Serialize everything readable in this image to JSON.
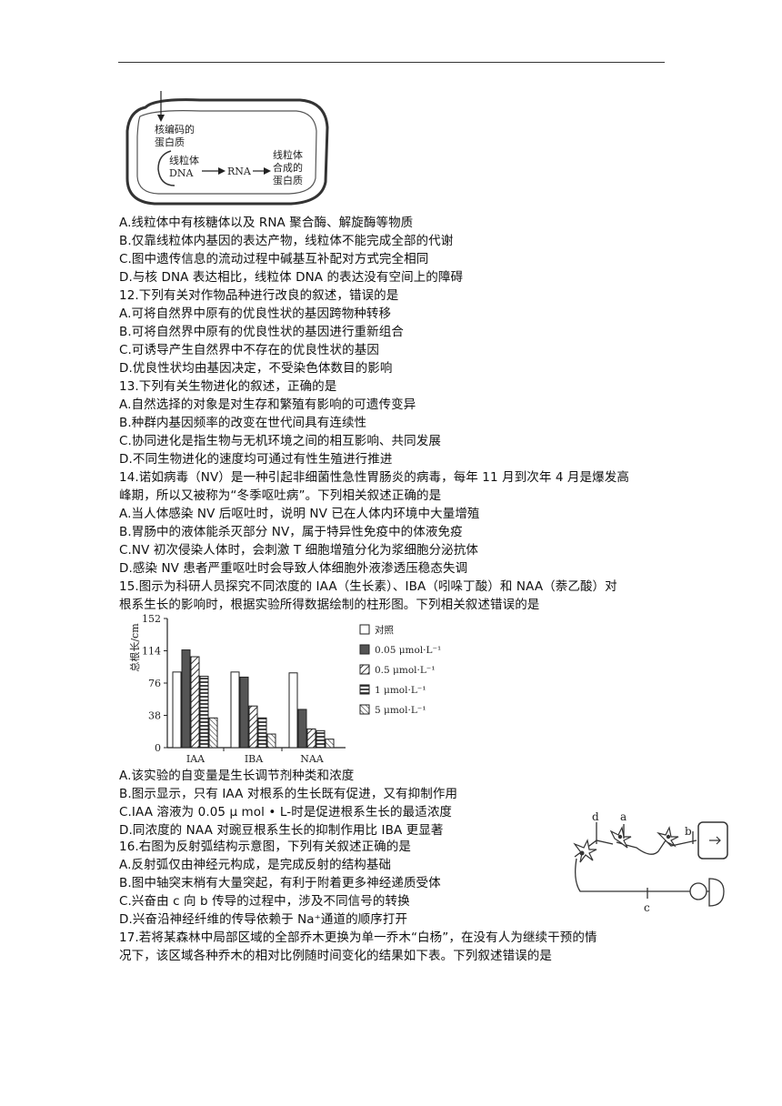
{
  "figure_mito": {
    "nuclear_protein": [
      "核编码的",
      "蛋白质"
    ],
    "mito_dna": [
      "线粒体",
      "DNA"
    ],
    "rna": "RNA",
    "mito_protein": [
      "线粒体",
      "合成的",
      "蛋白质"
    ]
  },
  "q11_options": [
    "A.线粒体中有核糖体以及 RNA 聚合酶、解旋酶等物质",
    "B.仅靠线粒体内基因的表达产物，线粒体不能完成全部的代谢",
    "C.图中遗传信息的流动过程中碱基互补配对方式完全相同",
    "D.与核 DNA 表达相比，线粒体 DNA 的表达没有空间上的障碍"
  ],
  "q12": {
    "stem": "12.下列有关对作物品种进行改良的叙述，错误的是",
    "options": [
      "A.可将自然界中原有的优良性状的基因跨物种转移",
      "B.可将自然界中原有的优良性状的基因进行重新组合",
      "C.可诱导产生自然界中不存在的优良性状的基因",
      "D.优良性状均由基因决定，不受染色体数目的影响"
    ]
  },
  "q13": {
    "stem": "13.下列有关生物进化的叙述，正确的是",
    "options": [
      "A.自然选择的对象是对生存和繁殖有影响的可遗传变异",
      "B.种群内基因频率的改变在世代间具有连续性",
      "C.协同进化是指生物与无机环境之间的相互影响、共同发展",
      "D.不同生物进化的速度均可通过有性生殖进行推进"
    ]
  },
  "q14": {
    "stem": [
      "14.诺如病毒（NV）是一种引起非细菌性急性胃肠炎的病毒，每年 11 月到次年 4 月是爆发高",
      "峰期，所以又被称为“冬季呕吐病”。下列相关叙述正确的是"
    ],
    "options": [
      "A.当人体感染 NV 后呕吐时，说明 NV 已在人体内环境中大量增殖",
      "B.胃肠中的液体能杀灭部分 NV，属于特异性免疫中的体液免疫",
      "C.NV 初次侵染人体时，会刺激 T 细胞增殖分化为浆细胞分泌抗体",
      "D.感染 NV 患者严重呕吐时会导致人体细胞外液渗透压稳态失调"
    ]
  },
  "q15": {
    "stem": [
      "15.图示为科研人员探究不同浓度的 IAA（生长素）、IBA（吲哚丁酸）和 NAA（萘乙酸）对",
      "根系生长的影响时，根据实验所得数据绘制的柱形图。下列相关叙述错误的是"
    ],
    "options": [
      "A.该实验的自变量是生长调节剂种类和浓度",
      "B.图示显示，只有 IAA 对根系的生长既有促进，又有抑制作用",
      "C.IAA 溶液为 0.05 μ mol • L-时是促进根系生长的最适浓度",
      "D.同浓度的 NAA 对豌豆根系生长的抑制作用比 IBA 更显著"
    ]
  },
  "chart_data": {
    "type": "bar",
    "ylabel": "总根长/cm",
    "yticks": [
      0,
      38,
      76,
      114,
      152
    ],
    "ylim": [
      0,
      152
    ],
    "categories": [
      "IAA",
      "IBA",
      "NAA"
    ],
    "series": [
      {
        "name": "对照",
        "values": [
          89,
          89,
          88
        ],
        "pattern": "open"
      },
      {
        "name": "0.05 μmol·L⁻¹",
        "values": [
          115,
          83,
          45
        ],
        "pattern": "dark"
      },
      {
        "name": "0.5 μmol·L⁻¹",
        "values": [
          107,
          49,
          22
        ],
        "pattern": "diag"
      },
      {
        "name": "1 μmol·L⁻¹",
        "values": [
          84,
          35,
          20
        ],
        "pattern": "hlines"
      },
      {
        "name": "5 μmol·L⁻¹",
        "values": [
          35,
          16,
          10
        ],
        "pattern": "diag2"
      }
    ],
    "legend": "right"
  },
  "q16": {
    "stem": "16.右图为反射弧结构示意图，下列有关叙述正确的是",
    "options": [
      "A.反射弧仅由神经元构成，是完成反射的结构基础",
      "B.图中轴突末梢有大量突起，有利于附着更多神经递质受体",
      "C.兴奋由 c 向 b 传导的过程中，涉及不同信号的转换",
      "D.兴奋沿神经纤维的传导依赖于 Na⁺通道的顺序打开"
    ],
    "figure_labels": {
      "d": "d",
      "a": "a",
      "b": "b",
      "c": "c"
    }
  },
  "q17": {
    "stem": [
      "17.若将某森林中局部区域的全部乔木更换为单一乔木“白杨”，在没有人为继续干预的情",
      "况下，该区域各种乔木的相对比例随时间变化的结果如下表。下列叙述错误的是"
    ]
  }
}
